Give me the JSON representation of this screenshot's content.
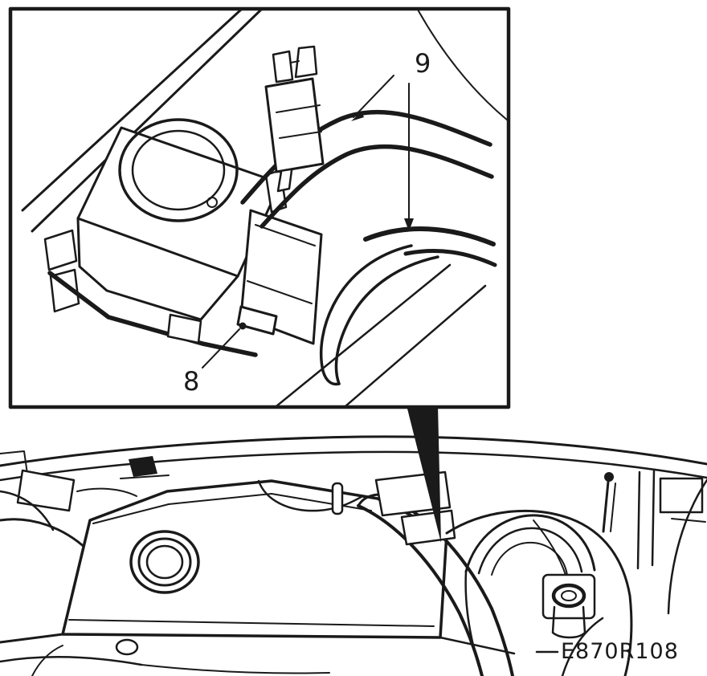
{
  "figure": {
    "callout_9": "9",
    "callout_8": "8",
    "code": "E870R108"
  },
  "colors": {
    "line": "#1a1a1a",
    "background": "#ffffff"
  }
}
